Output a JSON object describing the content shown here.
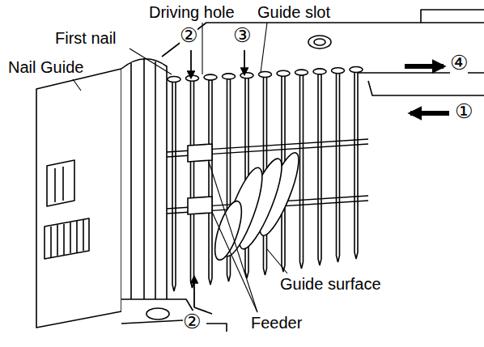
{
  "diagram": {
    "labels": [
      "Driving hole",
      "Guide slot",
      "First nail",
      "②",
      "③",
      "Nail Guide",
      "④",
      "①",
      "Guide surface",
      "②",
      "Feeder"
    ]
  }
}
